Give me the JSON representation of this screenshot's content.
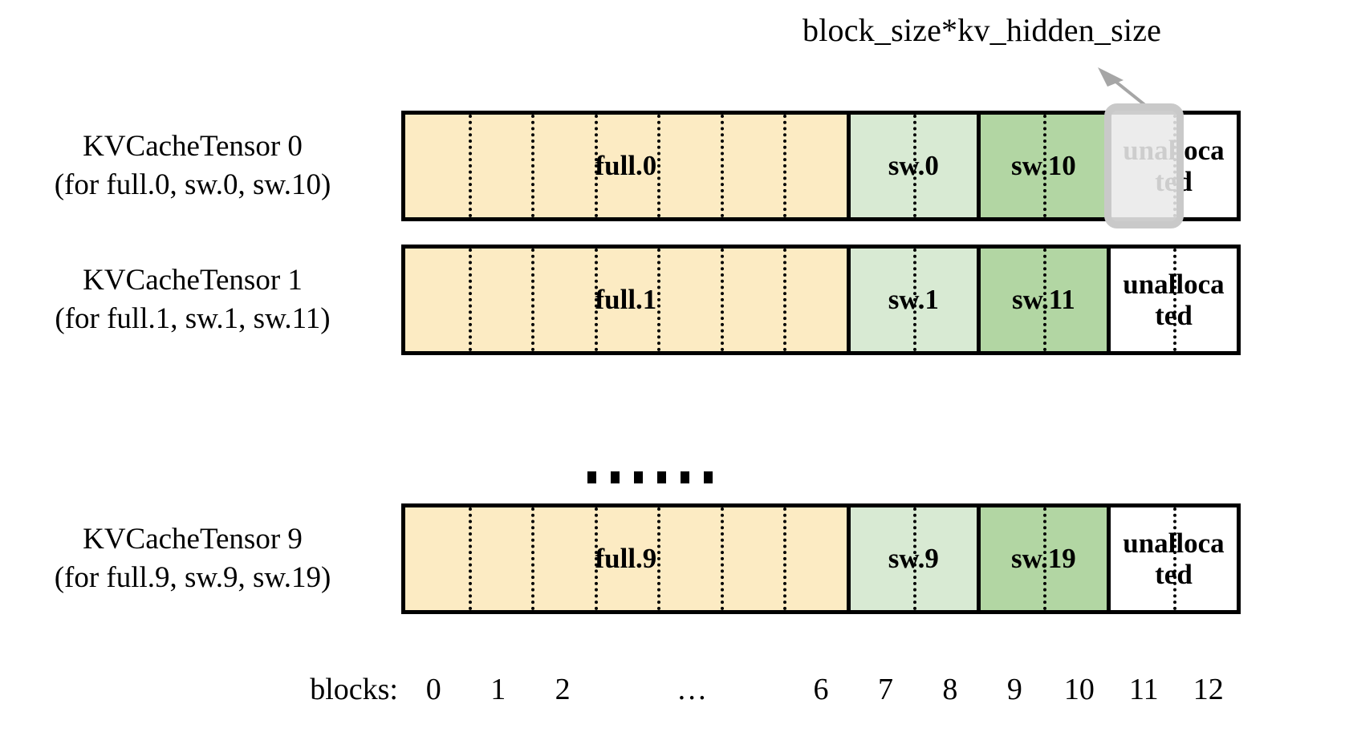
{
  "callout": {
    "label": "block_size*kv_hidden_size",
    "arrow_name": "callout-arrow",
    "highlight_target_block": 11
  },
  "colors": {
    "full": "#FCEBC3",
    "sw_light": "#D8EAD3",
    "sw_dark": "#B2D6A3",
    "unallocated": "#FFFFFF",
    "border": "#000000",
    "highlight_border": "#C9C9C9",
    "highlight_fill": "#E9E9E9",
    "arrow": "#A6A6A6"
  },
  "rows": [
    {
      "label_line1": "KVCacheTensor 0",
      "label_line2": "(for full.0, sw.0, sw.10)",
      "segments": [
        {
          "name": "full",
          "label": "full.0",
          "blocks": 7,
          "fill": "#FCEBC3"
        },
        {
          "name": "sw-light",
          "label": "sw.0",
          "blocks": 2,
          "fill": "#D8EAD3"
        },
        {
          "name": "sw-dark",
          "label": "sw.10",
          "blocks": 2,
          "fill": "#B2D6A3"
        },
        {
          "name": "unallocated",
          "label": "unalloca\nted",
          "blocks": 2,
          "fill": "#FFFFFF"
        }
      ]
    },
    {
      "label_line1": "KVCacheTensor 1",
      "label_line2": "(for full.1, sw.1, sw.11)",
      "segments": [
        {
          "name": "full",
          "label": "full.1",
          "blocks": 7,
          "fill": "#FCEBC3"
        },
        {
          "name": "sw-light",
          "label": "sw.1",
          "blocks": 2,
          "fill": "#D8EAD3"
        },
        {
          "name": "sw-dark",
          "label": "sw.11",
          "blocks": 2,
          "fill": "#B2D6A3"
        },
        {
          "name": "unallocated",
          "label": "unalloca\nted",
          "blocks": 2,
          "fill": "#FFFFFF"
        }
      ]
    },
    {
      "label_line1": "KVCacheTensor 9",
      "label_line2": "(for full.9, sw.9, sw.19)",
      "segments": [
        {
          "name": "full",
          "label": "full.9",
          "blocks": 7,
          "fill": "#FCEBC3"
        },
        {
          "name": "sw-light",
          "label": "sw.9",
          "blocks": 2,
          "fill": "#D8EAD3"
        },
        {
          "name": "sw-dark",
          "label": "sw.19",
          "blocks": 2,
          "fill": "#B2D6A3"
        },
        {
          "name": "unallocated",
          "label": "unalloca\nted",
          "blocks": 2,
          "fill": "#FFFFFF"
        }
      ]
    }
  ],
  "ellipsis": {
    "dots": 6
  },
  "axis": {
    "title": "blocks:",
    "ticks": [
      "0",
      "1",
      "2",
      "…",
      "6",
      "7",
      "8",
      "9",
      "10",
      "11",
      "12"
    ],
    "total_blocks": 13
  }
}
